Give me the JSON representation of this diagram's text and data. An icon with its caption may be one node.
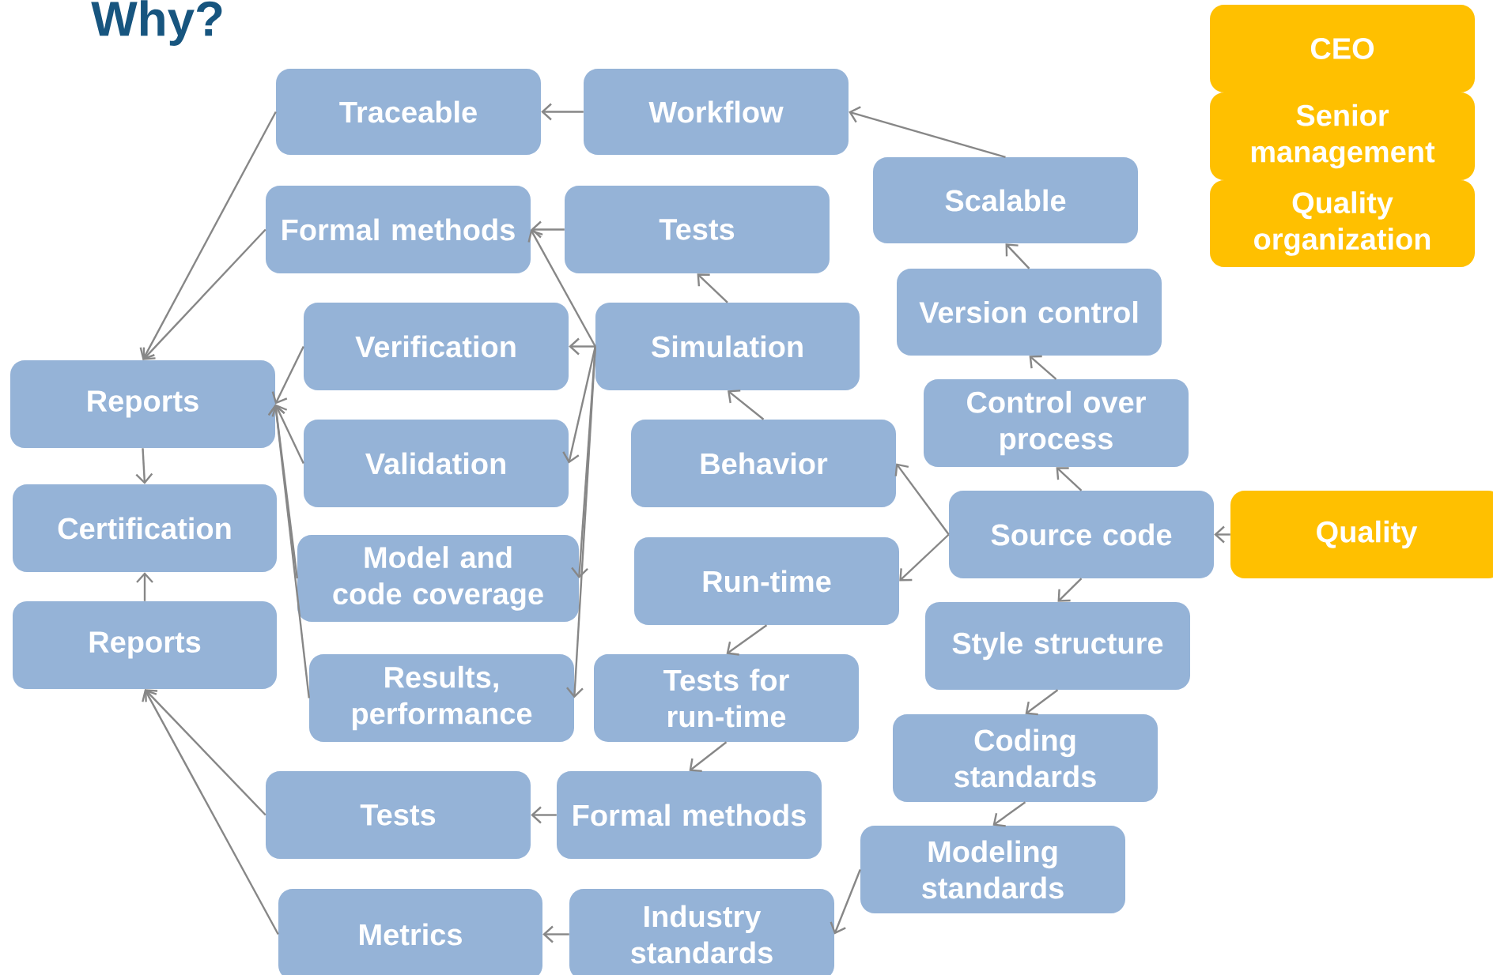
{
  "diagram": {
    "title": "Why?",
    "nodes": [
      {
        "text": [
          "Traceable"
        ]
      },
      {
        "text": [
          "Workflow"
        ]
      },
      {
        "text": [
          "CEO"
        ]
      },
      {
        "text": [
          "Senior management"
        ]
      },
      {
        "text": [
          "Scalable"
        ]
      },
      {
        "text": [
          "Quality organization"
        ]
      },
      {
        "text": [
          "Formal methods"
        ]
      },
      {
        "text": [
          "Tests"
        ]
      },
      {
        "text": [
          "Version control"
        ]
      },
      {
        "text": [
          "Verification"
        ]
      },
      {
        "text": [
          "Simulation"
        ]
      },
      {
        "text": [
          "Reports"
        ]
      },
      {
        "text": [
          "Control over process"
        ]
      },
      {
        "text": [
          "Validation"
        ]
      },
      {
        "text": [
          "Behavior"
        ]
      },
      {
        "text": [
          "Source code"
        ]
      },
      {
        "text": [
          "Quality"
        ]
      },
      {
        "text": [
          "Certification"
        ]
      },
      {
        "text": [
          "Model and code coverage"
        ]
      },
      {
        "text": [
          "Run-time"
        ]
      },
      {
        "text": [
          "Style structure"
        ]
      },
      {
        "text": [
          "Reports"
        ]
      },
      {
        "text": [
          "Results, performance"
        ]
      },
      {
        "text": [
          "Tests for run-time"
        ]
      },
      {
        "text": [
          "Coding standards"
        ]
      },
      {
        "text": [
          "Tests"
        ]
      },
      {
        "text": [
          "Formal methods"
        ]
      },
      {
        "text": [
          "Modeling standards"
        ]
      },
      {
        "text": [
          "Metrics"
        ]
      },
      {
        "text": [
          "Industry standards"
        ]
      }
    ],
    "edges": [
      {
        "from": 1,
        "to": 0,
        "arrow": "to"
      },
      {
        "from": 4,
        "to": 1,
        "arrow": "to"
      },
      {
        "from": 7,
        "to": 6,
        "arrow": "to"
      },
      {
        "from": 8,
        "to": 4,
        "arrow": "to"
      },
      {
        "from": 12,
        "to": 8,
        "arrow": "to"
      },
      {
        "from": 15,
        "to": 12,
        "arrow": "to"
      },
      {
        "from": 15,
        "to": 14,
        "arrow": "to"
      },
      {
        "from": 15,
        "to": 19,
        "arrow": "to"
      },
      {
        "from": 15,
        "to": 20,
        "arrow": "to"
      },
      {
        "from": 16,
        "to": 15,
        "arrow": "to"
      },
      {
        "from": 14,
        "to": 10,
        "arrow": "to"
      },
      {
        "from": 10,
        "to": 7,
        "arrow": "to"
      },
      {
        "from": 10,
        "to": 9,
        "arrow": "to"
      },
      {
        "from": 10,
        "to": 6,
        "arrow": "to"
      },
      {
        "from": 10,
        "to": 13,
        "arrow": "to"
      },
      {
        "from": 10,
        "to": 18,
        "arrow": "to"
      },
      {
        "from": 10,
        "to": 22,
        "arrow": "to"
      },
      {
        "from": 0,
        "to": 11,
        "arrow": "to"
      },
      {
        "from": 6,
        "to": 11,
        "arrow": "to"
      },
      {
        "from": 9,
        "to": 11,
        "arrow": "to"
      },
      {
        "from": 13,
        "to": 11,
        "arrow": "to"
      },
      {
        "from": 18,
        "to": 11,
        "arrow": "to"
      },
      {
        "from": 22,
        "to": 11,
        "arrow": "to"
      },
      {
        "from": 11,
        "to": 17,
        "arrow": "to"
      },
      {
        "from": 21,
        "to": 17,
        "arrow": "to"
      },
      {
        "from": 19,
        "to": 23,
        "arrow": "to"
      },
      {
        "from": 23,
        "to": 26,
        "arrow": "to"
      },
      {
        "from": 26,
        "to": 25,
        "arrow": "to"
      },
      {
        "from": 25,
        "to": 21,
        "arrow": "to"
      },
      {
        "from": 28,
        "to": 21,
        "arrow": "to"
      },
      {
        "from": 29,
        "to": 28,
        "arrow": "to"
      },
      {
        "from": 27,
        "to": 29,
        "arrow": "to"
      },
      {
        "from": 24,
        "to": 27,
        "arrow": "to"
      },
      {
        "from": 20,
        "to": 24,
        "arrow": "to"
      }
    ]
  }
}
